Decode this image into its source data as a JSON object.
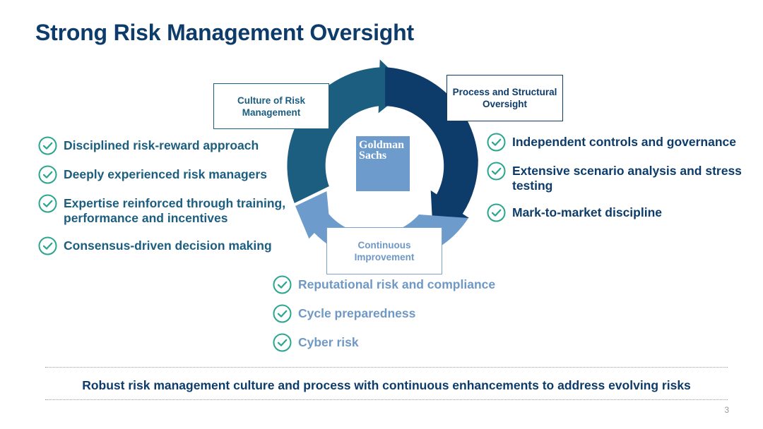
{
  "title": "Strong Risk Management Oversight",
  "colors": {
    "navy": "#0e3c6a",
    "teal": "#1c5e80",
    "light_blue": "#6d9ccc",
    "checkmark": "#2aa58e"
  },
  "cycle": {
    "culture_label": "Culture of Risk Management",
    "process_label": "Process and Structural Oversight",
    "continuous_label": "Continuous Improvement",
    "logo_line1": "Goldman",
    "logo_line2": "Sachs"
  },
  "left_list": [
    "Disciplined risk-reward approach",
    "Deeply experienced risk managers",
    "Expertise reinforced through training, performance and incentives",
    "Consensus-driven decision making"
  ],
  "right_list": [
    "Independent controls and governance",
    "Extensive scenario analysis and stress testing",
    "Mark-to-market discipline"
  ],
  "bottom_list": [
    "Reputational risk and compliance",
    "Cycle preparedness",
    "Cyber risk"
  ],
  "tagline": "Robust risk management culture and process with continuous enhancements to address evolving risks",
  "page_number": "3"
}
